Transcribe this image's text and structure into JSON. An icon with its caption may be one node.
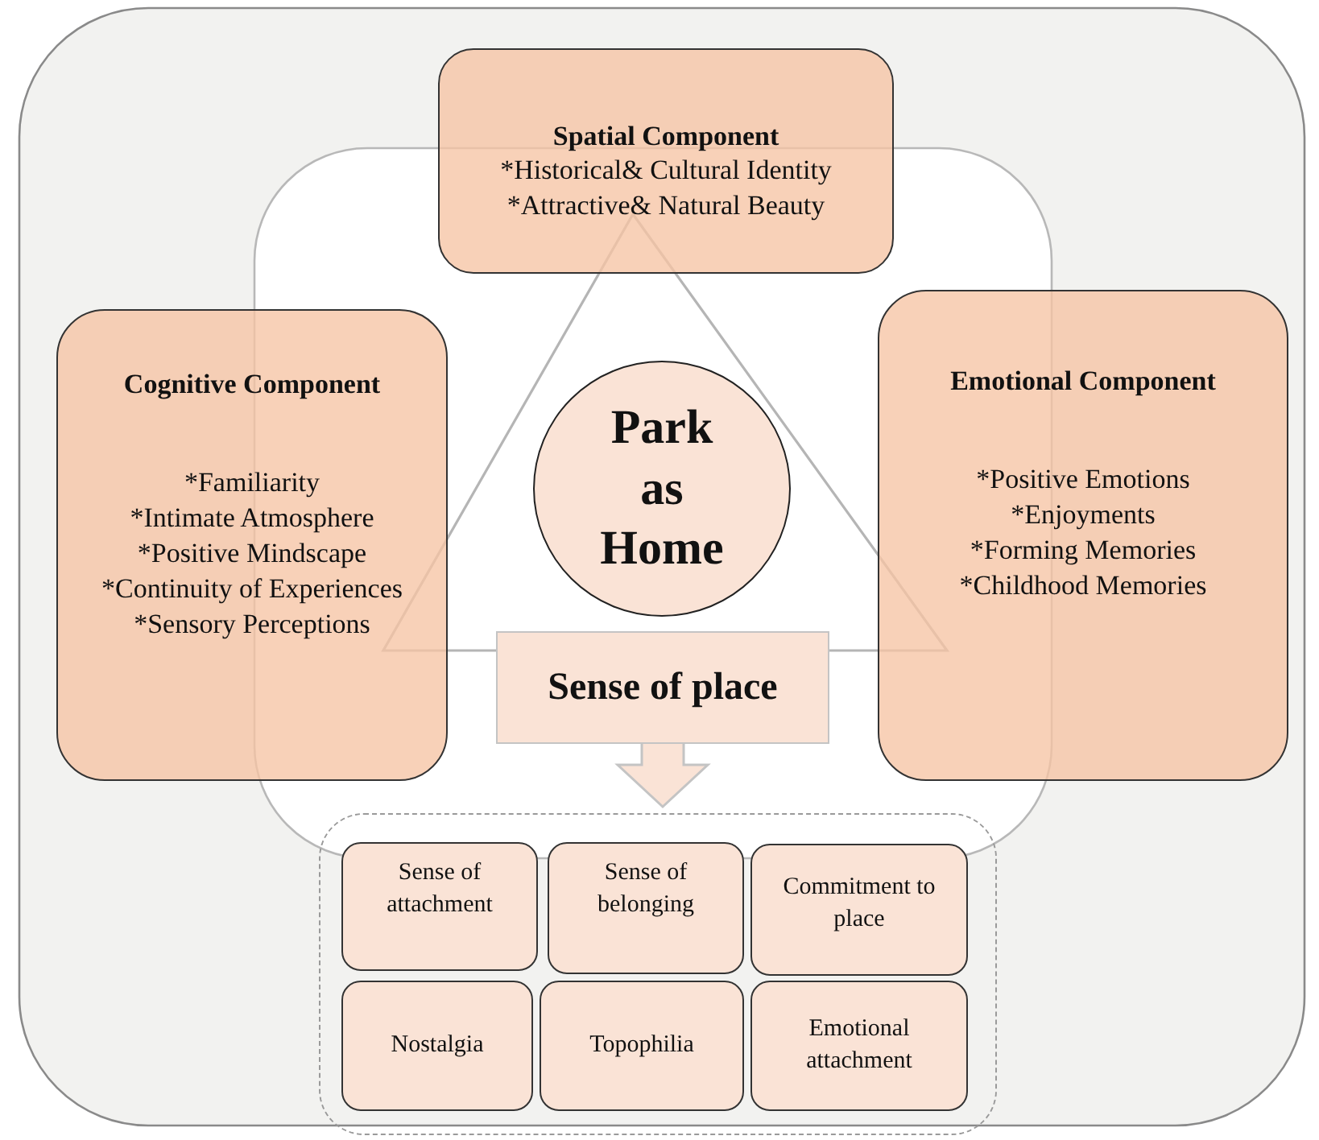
{
  "diagram": {
    "nodes": [
      {
        "text": [
          "Spatial Component",
          "*Historical& Cultural Identity",
          "*Attractive& Natural Beauty"
        ]
      },
      {
        "text": [
          "Cognitive Component",
          "*Familiarity",
          "*Intimate Atmosphere",
          "*Positive Mindscape",
          "*Continuity of Experiences",
          "*Sensory Perceptions"
        ]
      },
      {
        "text": [
          "Park as Home"
        ]
      },
      {
        "text": [
          "Emotional Component",
          "*Positive Emotions",
          "*Enjoyments",
          "*Forming Memories",
          "*Childhood Memories"
        ]
      },
      {
        "text": [
          "Sense of place"
        ]
      },
      {
        "text": [],
        "shape": "box"
      },
      {
        "text": [
          "Sense of attachment"
        ],
        "in": 5
      },
      {
        "text": [
          "Sense of belonging"
        ],
        "in": 5
      },
      {
        "text": [
          "Commitment to place"
        ],
        "in": 5
      },
      {
        "text": [
          "Nostalgia"
        ],
        "in": 5
      },
      {
        "text": [
          "Topophilia"
        ],
        "in": 5
      },
      {
        "text": [
          "Emotional attachment"
        ],
        "in": 5
      }
    ],
    "edges": [
      {
        "from": 4,
        "to": 5,
        "arrow": "to"
      }
    ]
  }
}
